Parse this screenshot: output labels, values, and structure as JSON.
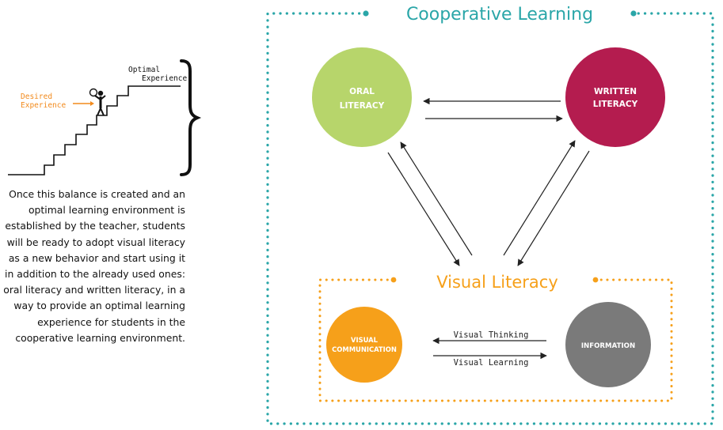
{
  "colors": {
    "teal": "#2aa6a8",
    "orange": "#f6a01a",
    "oral": "#b7d56b",
    "written": "#b41c4f",
    "visual_comm": "#f6a01a",
    "information": "#7a7a7a",
    "desired": "#f28a1c",
    "text": "#111111",
    "white": "#ffffff"
  },
  "staircase": {
    "desired_line1": "Desired",
    "desired_line2": "Experience",
    "optimal_line1": "Optimal",
    "optimal_line2": "Experience",
    "person_icon": "person-icon"
  },
  "explanation": "Once this balance is created and an optimal learning environment is established by the teacher, students will be ready to adopt visual literacy as a new behavior and start using it in addition to the already used ones: oral literacy and written literacy, in a way to provide an optimal learning experience for students in the cooperative learning environment.",
  "cooperative": {
    "title": "Cooperative Learning"
  },
  "nodes": {
    "oral_line1": "ORAL",
    "oral_line2": "LITERACY",
    "written_line1": "WRITTEN",
    "written_line2": "LITERACY",
    "visual_comm_line1": "VISUAL",
    "visual_comm_line2": "COMMUNICATION",
    "information": "INFORMATION"
  },
  "visual_literacy": {
    "title": "Visual Literacy",
    "thinking_label": "Visual Thinking",
    "learning_label": "Visual Learning"
  }
}
